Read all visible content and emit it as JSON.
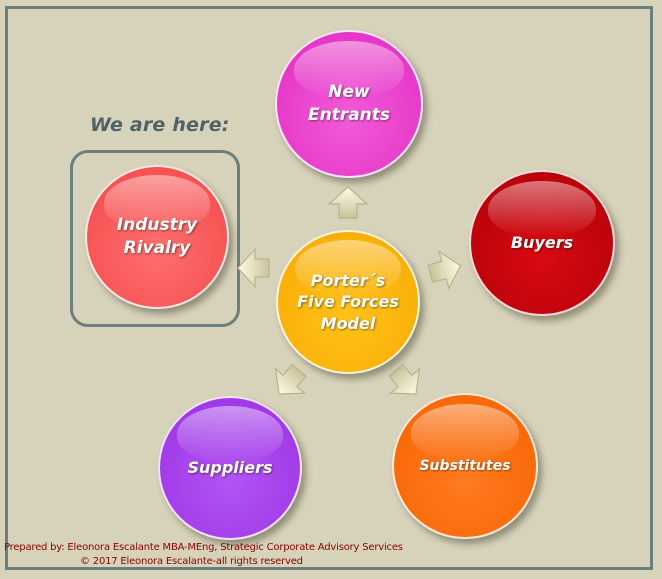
{
  "diagram": {
    "here_label": "We are here:",
    "center": {
      "label": "Porter´s\nFive Forces\nModel",
      "color": "#ffb300"
    },
    "forces": {
      "new_entrants": {
        "label": "New\nEntrants",
        "color": "#ee3fcf"
      },
      "industry_rivalry": {
        "label": "Industry\nRivalry",
        "color": "#ff5a5a"
      },
      "buyers": {
        "label": "Buyers",
        "color": "#c4000a"
      },
      "suppliers": {
        "label": "Suppliers",
        "color": "#a43ee8"
      },
      "substitutes": {
        "label": "Substitutes",
        "color": "#ff6a0a"
      }
    }
  },
  "footer": {
    "prepared_by": "Prepared by: Eleonora Escalante MBA-MEng, Strategic Corporate Advisory Services",
    "copyright": "© 2017 Eleonora Escalante-all rights reserved"
  }
}
